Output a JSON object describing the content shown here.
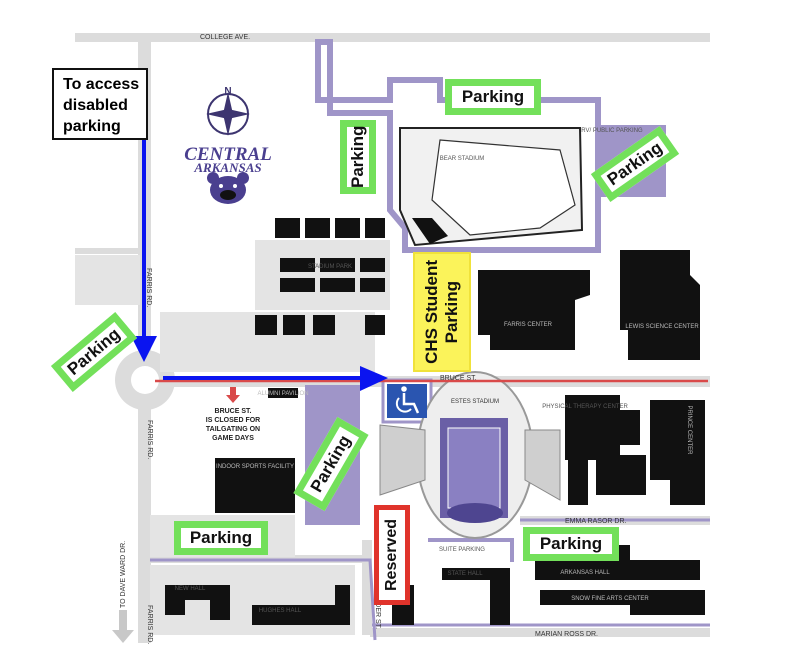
{
  "streets": {
    "college": "COLLEGE AVE.",
    "bruce": "BRUCE ST.",
    "farris_upper": "FARRIS RD.",
    "farris_mid": "FARRIS RD.",
    "farris_low": "FARRIS RD.",
    "dave_ward": "TO DAVE WARD DR.",
    "emma_rasor": "EMMA RASOR DR.",
    "marian_ross": "MARIAN ROSS DR.",
    "snow_fine": "W.J. SOWDER ST."
  },
  "logo": {
    "compass": "N",
    "line1": "CENTRAL",
    "line2": "ARKANSAS"
  },
  "buildings": {
    "bear_stadium": "BEAR STADIUM",
    "stadium_park": "STADIUM PARK",
    "farris_center": "FARRIS CENTER",
    "lewis": "LEWIS SCIENCE CENTER",
    "estes": "ESTES STADIUM",
    "physical_therapy": "PHYSICAL THERAPY CENTER",
    "prince_center": "PRINCE CENTER",
    "state_hall": "STATE HALL",
    "arkansas_hall": "ARKANSAS HALL",
    "snow_fine_arts": "SNOW FINE ARTS CENTER",
    "indoor": "INDOOR SPORTS FACILITY",
    "new_hall": "NEW HALL",
    "hughes_hall": "HUGHES HALL",
    "alumni": "ALUMNI PAVILION",
    "suite_parking": "SUITE PARKING",
    "rv_parking": "RV/ PUBLIC PARKING"
  },
  "notices": {
    "bruce_closed": [
      "BRUCE ST.",
      "IS CLOSED FOR",
      "TAILGATING ON",
      "GAME DAYS"
    ]
  },
  "labels": {
    "access_note": [
      "To access",
      "disabled",
      "parking"
    ],
    "parking_top": "Parking",
    "parking_left_stadium": "Parking",
    "parking_rv": "Parking",
    "parking_roundabout": "Parking",
    "parking_diag": "Parking",
    "parking_bottom_left": "Parking",
    "parking_bottom_right": "Parking",
    "chs_line1": "CHS Student",
    "chs_line2": "Parking",
    "reserved": "Reserved"
  },
  "colors": {
    "road": "#dcdcdc",
    "purple": "#9f95c8",
    "purple_dark": "#7b6fb0",
    "building": "#111111",
    "arrow_blue": "#0a14f0",
    "bruce_red": "#d94a4a",
    "parking_green": "#73e05a",
    "chs_yellow": "#fbf35a",
    "reserved_red": "#e0332b",
    "disabled_blue": "#2a55b0"
  },
  "icons": [
    "compass-icon",
    "bear-mascot-icon",
    "wheelchair-icon",
    "red-down-arrow-icon",
    "gray-down-arrow-icon"
  ]
}
